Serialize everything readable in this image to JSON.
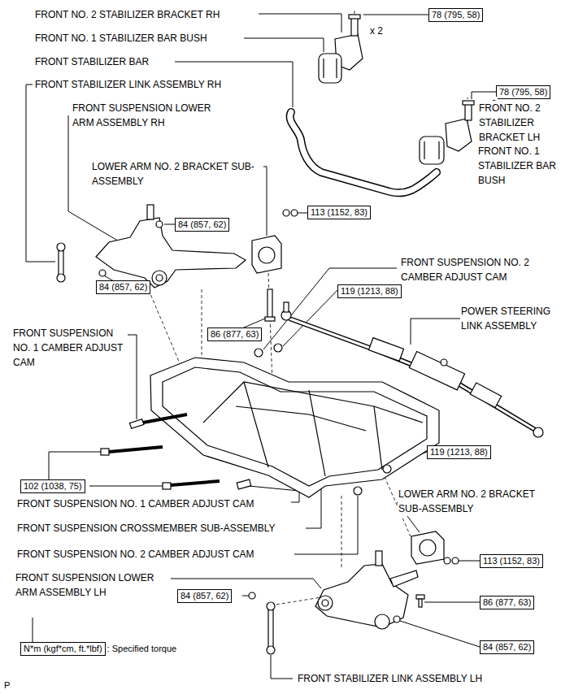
{
  "diagram": {
    "nodes": [
      {
        "text": [
          "78 (795, 58)"
        ]
      },
      {
        "text": [
          "78 (795, 58)"
        ]
      },
      {
        "text": [
          "84 (857, 62)"
        ]
      },
      {
        "text": [
          "113 (1152, 83)"
        ]
      },
      {
        "text": [
          "84 (857, 62)"
        ]
      },
      {
        "text": [
          "119 (1213, 88)"
        ]
      },
      {
        "text": [
          "86 (877, 63)"
        ]
      },
      {
        "text": [
          "119 (1213, 88)"
        ]
      },
      {
        "text": [
          "102 (1038, 75)"
        ]
      },
      {
        "text": [
          "113 (1152, 83)"
        ]
      },
      {
        "text": [
          "84 (857, 62)"
        ]
      },
      {
        "text": [
          "86 (877, 63)"
        ]
      },
      {
        "text": [
          "84 (857, 62)"
        ]
      },
      {
        "text": [
          "N*m (kgf*cm, ft.*lbf)",
          ": Specified torque"
        ]
      }
    ],
    "labels": [
      "FRONT NO. 2 STABILIZER BRACKET RH",
      "x 2",
      "FRONT NO. 1 STABILIZER BAR BUSH",
      "FRONT STABILIZER BAR",
      "FRONT STABILIZER LINK ASSEMBLY RH",
      "x 2",
      "FRONT SUSPENSION LOWER ARM ASSEMBLY RH",
      "FRONT NO. 2 STABILIZER BRACKET LH",
      "FRONT NO. 1 STABILIZER BAR BUSH",
      "LOWER ARM NO. 2 BRACKET SUB-ASSEMBLY",
      "FRONT SUSPENSION NO. 2 CAMBER ADJUST CAM",
      "POWER STEERING LINK ASSEMBLY",
      "FRONT SUSPENSION NO. 1 CAMBER ADJUST CAM",
      "FRONT SUSPENSION NO. 1 CAMBER ADJUST CAM",
      "FRONT SUSPENSION CROSSMEMBER SUB-ASSEMBLY",
      "FRONT SUSPENSION NO. 2 CAMBER ADJUST CAM",
      "LOWER ARM NO. 2 BRACKET SUB-ASSEMBLY",
      "FRONT SUSPENSION LOWER ARM ASSEMBLY LH",
      "FRONT STABILIZER LINK ASSEMBLY LH",
      "P"
    ]
  }
}
